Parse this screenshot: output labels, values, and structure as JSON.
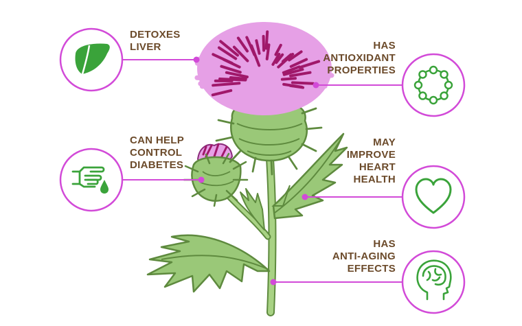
{
  "benefits": {
    "liver": {
      "lines": [
        "DETOXES",
        "LIVER"
      ],
      "icon": "liver-icon"
    },
    "antioxidant": {
      "lines": [
        "HAS",
        "ANTIOXIDANT",
        "PROPERTIES"
      ],
      "icon": "molecule-ring-icon"
    },
    "diabetes": {
      "lines": [
        "CAN HELP",
        "CONTROL",
        "DIABETES"
      ],
      "icon": "finger-blood-drop-icon"
    },
    "heart": {
      "lines": [
        "MAY",
        "IMPROVE",
        "HEART",
        "HEALTH"
      ],
      "icon": "heart-icon"
    },
    "aging": {
      "lines": [
        "HAS",
        "ANTI-AGING",
        "EFFECTS"
      ],
      "icon": "head-brain-icon"
    }
  },
  "colors": {
    "connector": "#d24ad8",
    "icon_green": "#3aa33a",
    "label_brown": "#6b4a2a",
    "petal_light": "#e6a0e6",
    "petal_dark": "#a0186a",
    "stem_green": "#9ac878",
    "stem_outline": "#5e8a3e"
  }
}
